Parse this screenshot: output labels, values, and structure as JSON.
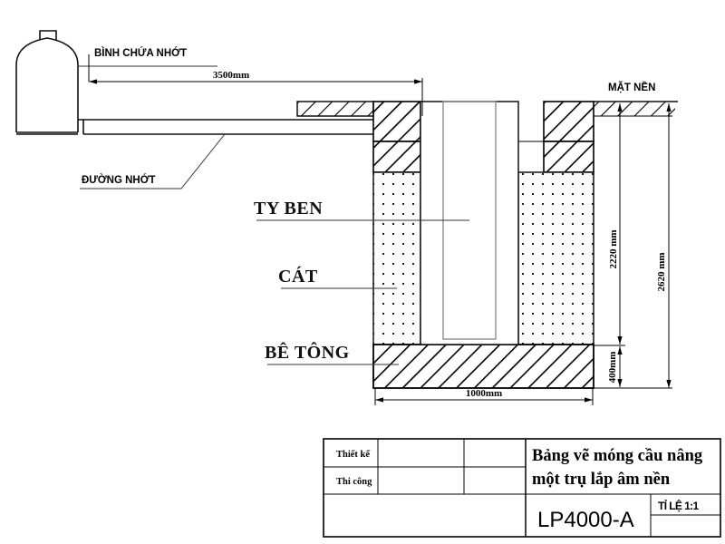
{
  "drawing": {
    "type": "engineering-section-drawing",
    "language": "vi",
    "labels": {
      "oil_tank": "BÌNH CHỨA NHỚT",
      "oil_line": "ĐƯỜNG NHỚT",
      "ground_level": "MẶT NỀN",
      "cylinder": "TY BEN",
      "sand": "CÁT",
      "concrete": "BÊ TÔNG"
    },
    "dimensions": {
      "horizontal_top": "3500mm",
      "horizontal_bottom": "1000mm",
      "vertical_inner": "2220 mm",
      "vertical_outer": "2620 mm",
      "vertical_slab": "400mm"
    }
  },
  "title_block": {
    "row_design_label": "Thiết kế",
    "row_construction_label": "Thi công",
    "row_design_value": "",
    "row_design_value2": "",
    "row_construction_value": "",
    "row_construction_value2": "",
    "notes_cell": "",
    "title_line1": "Bảng vẽ móng cầu nâng",
    "title_line2": "một trụ lắp âm nền",
    "drawing_code": "LP4000-A",
    "scale_label": "TỈ LỆ 1:1",
    "scale_value": ""
  },
  "colors": {
    "line": "#000000",
    "gray_line": "#8c8c8c",
    "background": "#ffffff"
  }
}
